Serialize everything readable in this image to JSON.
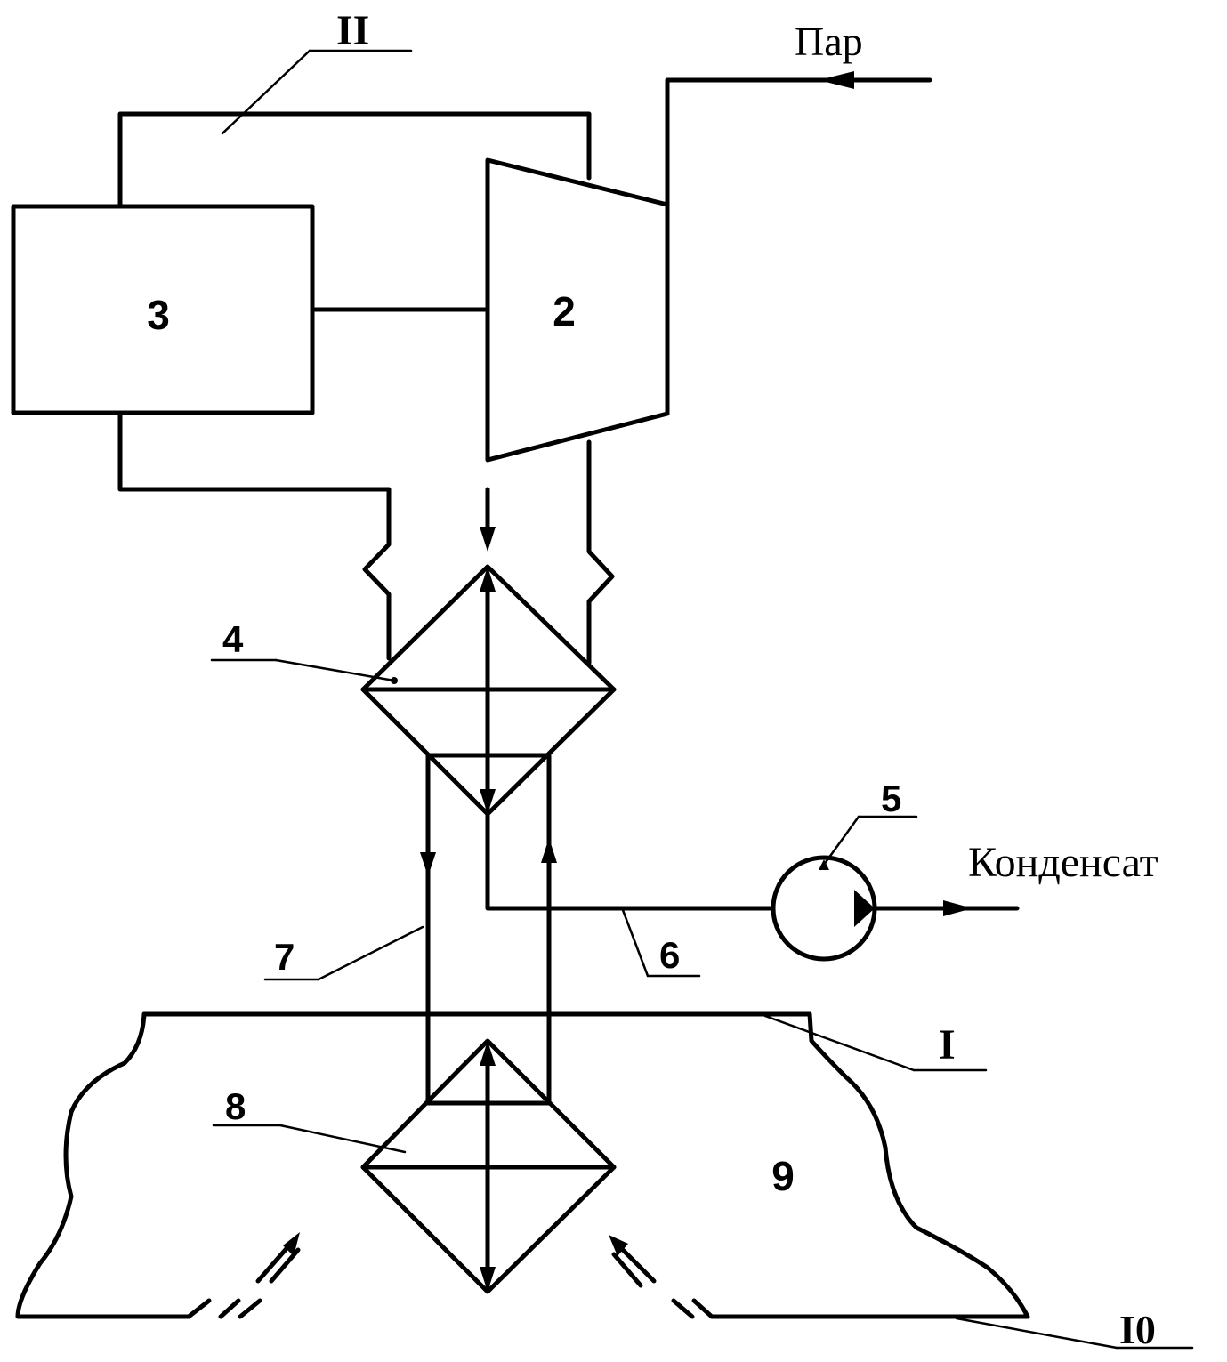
{
  "labels": {
    "steam": "Пар",
    "condensate": "Конденсат",
    "block_3": "3",
    "turbine_2": "2",
    "ref_11": "II",
    "ref_4": "4",
    "ref_5": "5",
    "ref_6": "6",
    "ref_7": "7",
    "ref_8": "8",
    "ref_9": "9",
    "ref_1": "I",
    "ref_10": "I0"
  }
}
